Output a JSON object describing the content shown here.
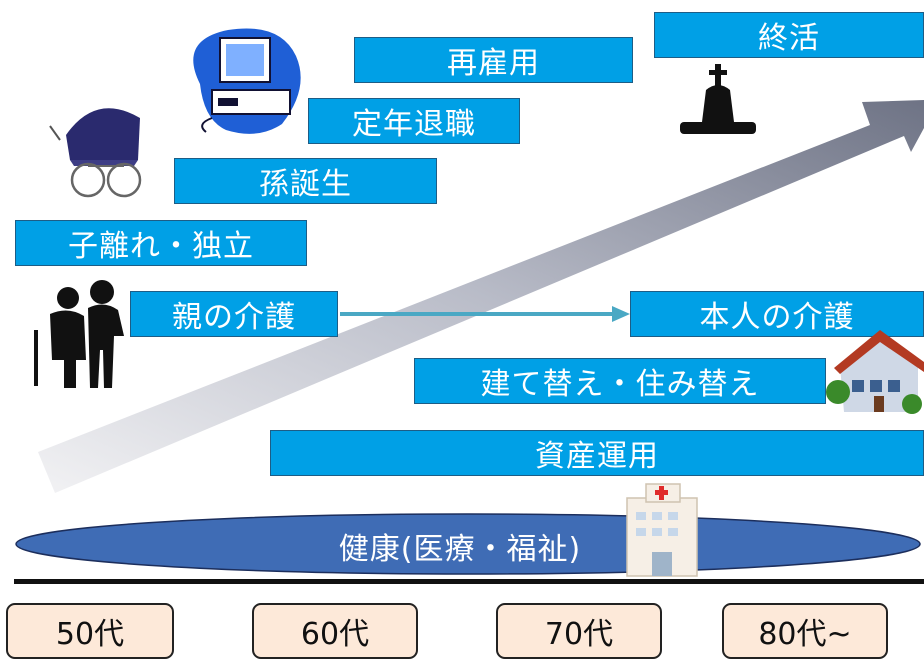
{
  "events": {
    "koyou": "再雇用",
    "shukatsu": "終活",
    "teinen": "定年退職",
    "mago": "孫誕生",
    "kobanare": "子離れ・独立",
    "oya_kaigo": "親の介護",
    "honnin_kaigo": "本人の介護",
    "tatekae": "建て替え・住み替え",
    "shisan": "資産運用"
  },
  "health": {
    "label": "健康(医療・福祉)"
  },
  "ages": [
    "50代",
    "60代",
    "70代",
    "80代~"
  ],
  "colors": {
    "box_fill": "#00a0e6",
    "box_border": "#1d5d86",
    "ellipse_fill": "#3f6cb5",
    "age_fill": "#fde9d9",
    "connector": "#4aa8c4"
  }
}
